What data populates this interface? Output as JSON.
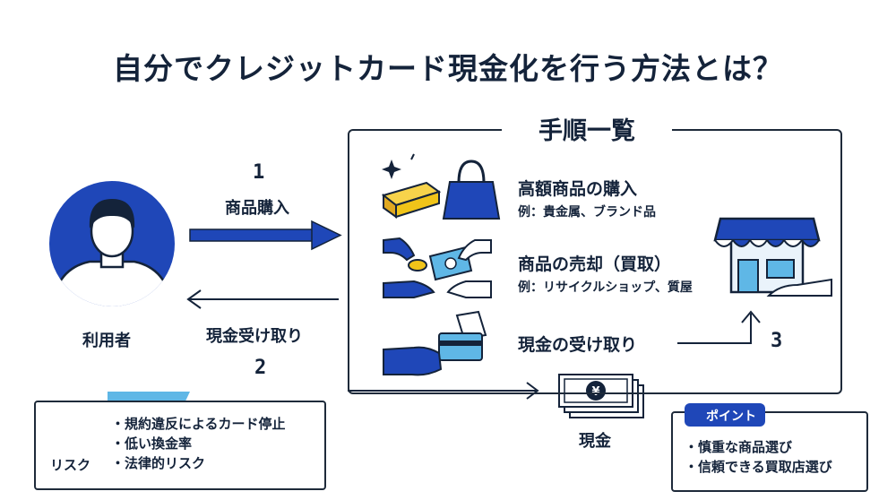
{
  "title": "自分でクレジットカード現金化を行う方法とは？",
  "panel_title": "手順一覧",
  "user": {
    "label": "利用者",
    "icon": "user-avatar-icon"
  },
  "flow": {
    "purchase": {
      "number": "1",
      "label": "商品購入"
    },
    "cash_receive": {
      "number": "2",
      "label": "現金受け取り"
    },
    "return_step": {
      "number": "3"
    }
  },
  "steps": [
    {
      "heading": "高額商品の購入",
      "sub": "例：貴金属、ブランド品",
      "icon": "gold-and-bag-icon"
    },
    {
      "heading": "商品の売却（買取）",
      "sub": "例：リサイクルショップ、質屋",
      "icon": "handover-money-icon"
    },
    {
      "heading": "現金の受け取り",
      "sub": "",
      "icon": "card-and-cash-icon"
    }
  ],
  "shop_icon": "shop-icon",
  "cash": {
    "label": "現金",
    "icon": "yen-bills-icon"
  },
  "risk": {
    "label": "リスク",
    "items": [
      "・規約違反によるカード停止",
      "・低い換金率",
      "・法律的リスク"
    ]
  },
  "point": {
    "tag": "ポイント",
    "items": [
      "・慎重な商品選び",
      "・信頼できる買取店選び"
    ]
  },
  "colors": {
    "accent": "#1f47b8",
    "dark": "#14233a",
    "light_blue": "#5fb7e6",
    "gold": "#f0c419",
    "warning": "#f2c31b"
  }
}
